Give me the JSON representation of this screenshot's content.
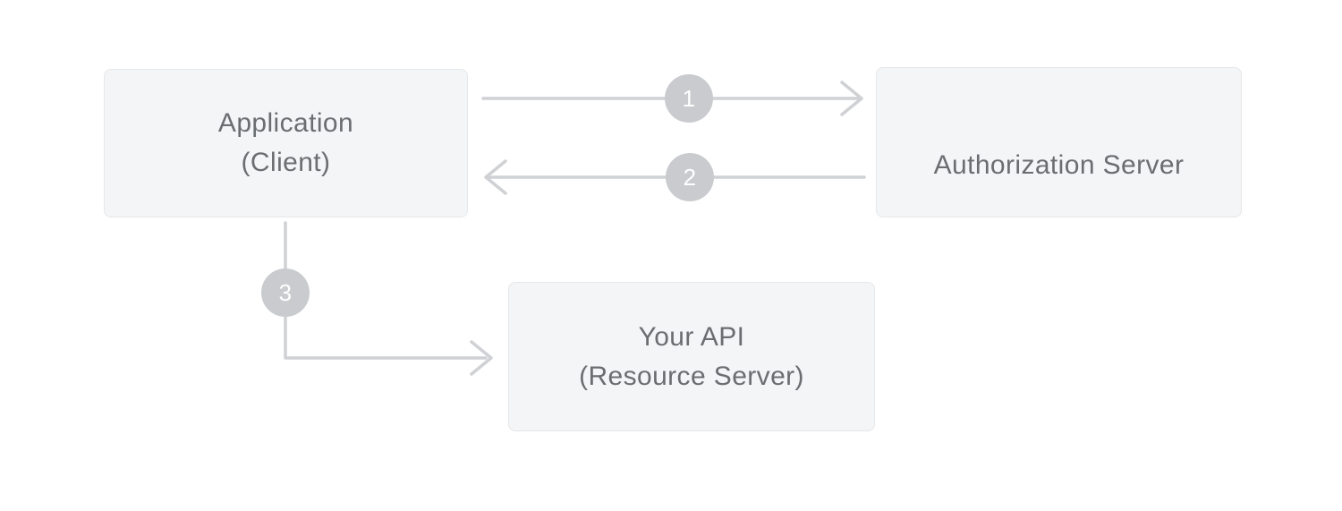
{
  "nodes": {
    "application": {
      "line1": "Application",
      "line2": "(Client)"
    },
    "authorization_server": {
      "label": "Authorization Server"
    },
    "your_api": {
      "line1": "Your API",
      "line2": "(Resource Server)"
    }
  },
  "steps": [
    {
      "number": "1"
    },
    {
      "number": "2"
    },
    {
      "number": "3"
    }
  ],
  "colors": {
    "background": "#ffffff",
    "box_fill": "#f4f5f6",
    "box_border": "#e5e7e9",
    "box_text": "#6b6e71",
    "connector": "#cfd1d4",
    "badge_fill": "#c9cbce",
    "badge_text": "#ffffff"
  }
}
